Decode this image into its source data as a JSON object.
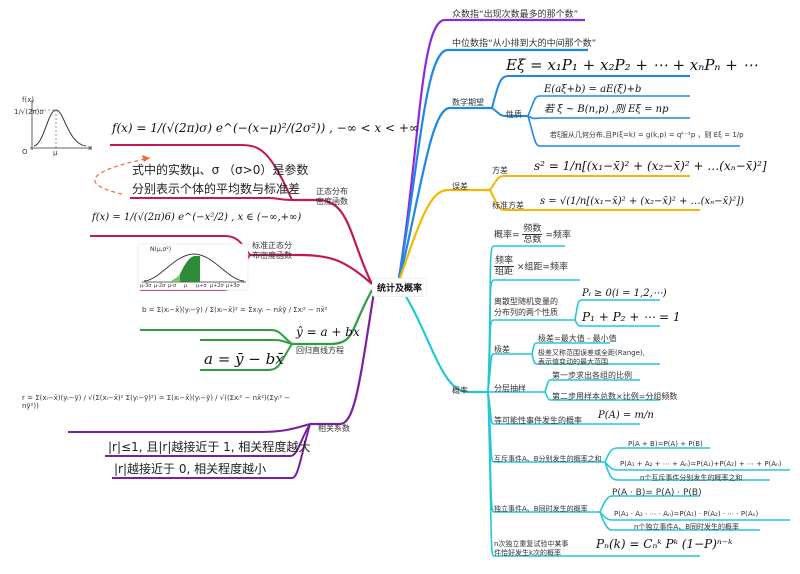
{
  "root": "统计及概率",
  "mode": {
    "label": "众数指“出现次数最多的那个数”"
  },
  "median": {
    "label": "中位数指“从小排到大的中间那个数”"
  },
  "expectation": {
    "label": "数学期望",
    "formula_main": "Eξ = x₁P₁ + x₂P₂ + ⋯ + xₙPₙ + ⋯",
    "props_label": "性质",
    "prop1": "E(aξ+b) = aE(ξ)+b",
    "prop2": "若 ξ ~ B(n,p) ,则 Eξ = np",
    "prop3": "若ξ服从几何分布,且P(ξ=k) = g(k,p) = qᵏ⁻¹p ，则 Eξ = 1/p"
  },
  "variance": {
    "label": "误差",
    "var_label": "方差",
    "var_formula": "s² = 1/n[(x₁−x̄)² + (x₂−x̄)² + …(xₙ−x̄)²]",
    "sd_label": "标准方差",
    "sd_formula": "s = √(1/n[(x₁−x̄)² + (x₂−x̄)² + …(xₙ−x̄)²])"
  },
  "probability": {
    "label": "概率",
    "freq_num": "频数",
    "freq_den": "总数",
    "freq_tail": "=频率",
    "freq2_num": "频率",
    "freq2_den": "组距",
    "freq2_tail": "×组距=频率",
    "dist_label_1": "离散型随机变量的",
    "dist_label_2": "分布列的两个性质",
    "dist_prop1": "Pᵢ ≥ 0(i = 1,2,⋯)",
    "dist_prop2": "P₁ + P₂ + ⋯ = 1",
    "range_label": "极差",
    "range_def": "极差=最大值 - 最小值",
    "range_desc_1": "极差又称范围误差或全距(Range),",
    "range_desc_2": "表示值变动的最大范围",
    "sampling_label": "分层抽样",
    "sampling_step1": "第一步求出各组的比例",
    "sampling_step2": "第二步用样本总数×比例=分组频数",
    "equal_label": "等可能性事件发生的概率",
    "equal_formula": "P(A) = m/n",
    "exclusive_label": "互斥事件A、B分别发生的概率之和",
    "exclusive_f1": "P(A + B)=P(A) + P(B)",
    "exclusive_f2": "P(A₁ + A₂ + ⋯ + Aₙ)=P(A₁)+P(A₂) + ⋯ + P(Aₙ)",
    "exclusive_note": "n个互斥事件分别发生的概率之和",
    "independent_label": "独立事件A、B同时发生的概率",
    "independent_f1": "P(A · B)= P(A) · P(B)",
    "independent_f2": "P(A₁ · A₂ · ⋯ · Aₙ)=P(A₁) · P(A₂) · ⋯ · P(Aₙ)",
    "independent_note": "n个独立事件A、B同时发生的概率",
    "bernoulli_label_1": "n次独立重复试验中某事",
    "bernoulli_label_2": "件恰好发生k次的概率",
    "bernoulli_formula": "Pₙ(k) = Cₙᵏ Pᵏ (1−P)ⁿ⁻ᵏ"
  },
  "normal": {
    "label_1": "正态分布",
    "label_2": "密度函数",
    "formula": "f(x) = 1/(√(2π)σ) e^(−(x−μ)²/(2σ²)) ,  −∞ < x < +∞",
    "note_1": "式中的实数μ、σ （σ>0）是参数",
    "note_2": "分别表示个体的平均数与标准差",
    "curve_labels": [
      "f(x)",
      "1/√(2π)σ",
      "O",
      "μ",
      "x"
    ]
  },
  "std_normal": {
    "label_1": "标准正态分",
    "label_2": "布密度函数",
    "formula": "f(x) = 1/(√(2π)6) e^(−x²/2) , x ∈ (−∞,+∞)",
    "chart_labels": [
      "N(μ,σ²)",
      "μ-3σ",
      "μ-2σ",
      "μ-σ",
      "μ",
      "μ+σ",
      "μ+2σ",
      "μ+3σ"
    ]
  },
  "regression": {
    "label": "回归直线方程",
    "b_formula": "b = Σ(xᵢ−x̄)(yᵢ−ȳ) / Σ(xᵢ−x̄)² = Σxᵢyᵢ − nx̄ȳ / Σxᵢ² − nx̄²",
    "line_formula": "ŷ = a + bx",
    "a_formula": "a = ȳ − bx̄"
  },
  "correlation": {
    "label": "相关系数",
    "r_formula": "r = Σ(xᵢ−x̄)(yᵢ−ȳ) / √(Σ(xᵢ−x̄)² Σ(yᵢ−ȳ)²) = Σ(xᵢ−x̄)(yᵢ−ȳ) / √((Σxᵢ² − nx̄²)(Σyᵢ² − nȳ²))",
    "note_1": "|r|≤1, 且|r|越接近于 1, 相关程度越大",
    "note_2": "|r|越接近于 0, 相关程度越小"
  },
  "colors": {
    "pink": "#c2185b",
    "green": "#2e9e3e",
    "purple": "#7b1fa2",
    "violet": "#8a2be2",
    "blue": "#1e88e5",
    "yellow": "#f5b800",
    "cyan": "#26c6da",
    "orange_dash": "#ef6c2a"
  }
}
